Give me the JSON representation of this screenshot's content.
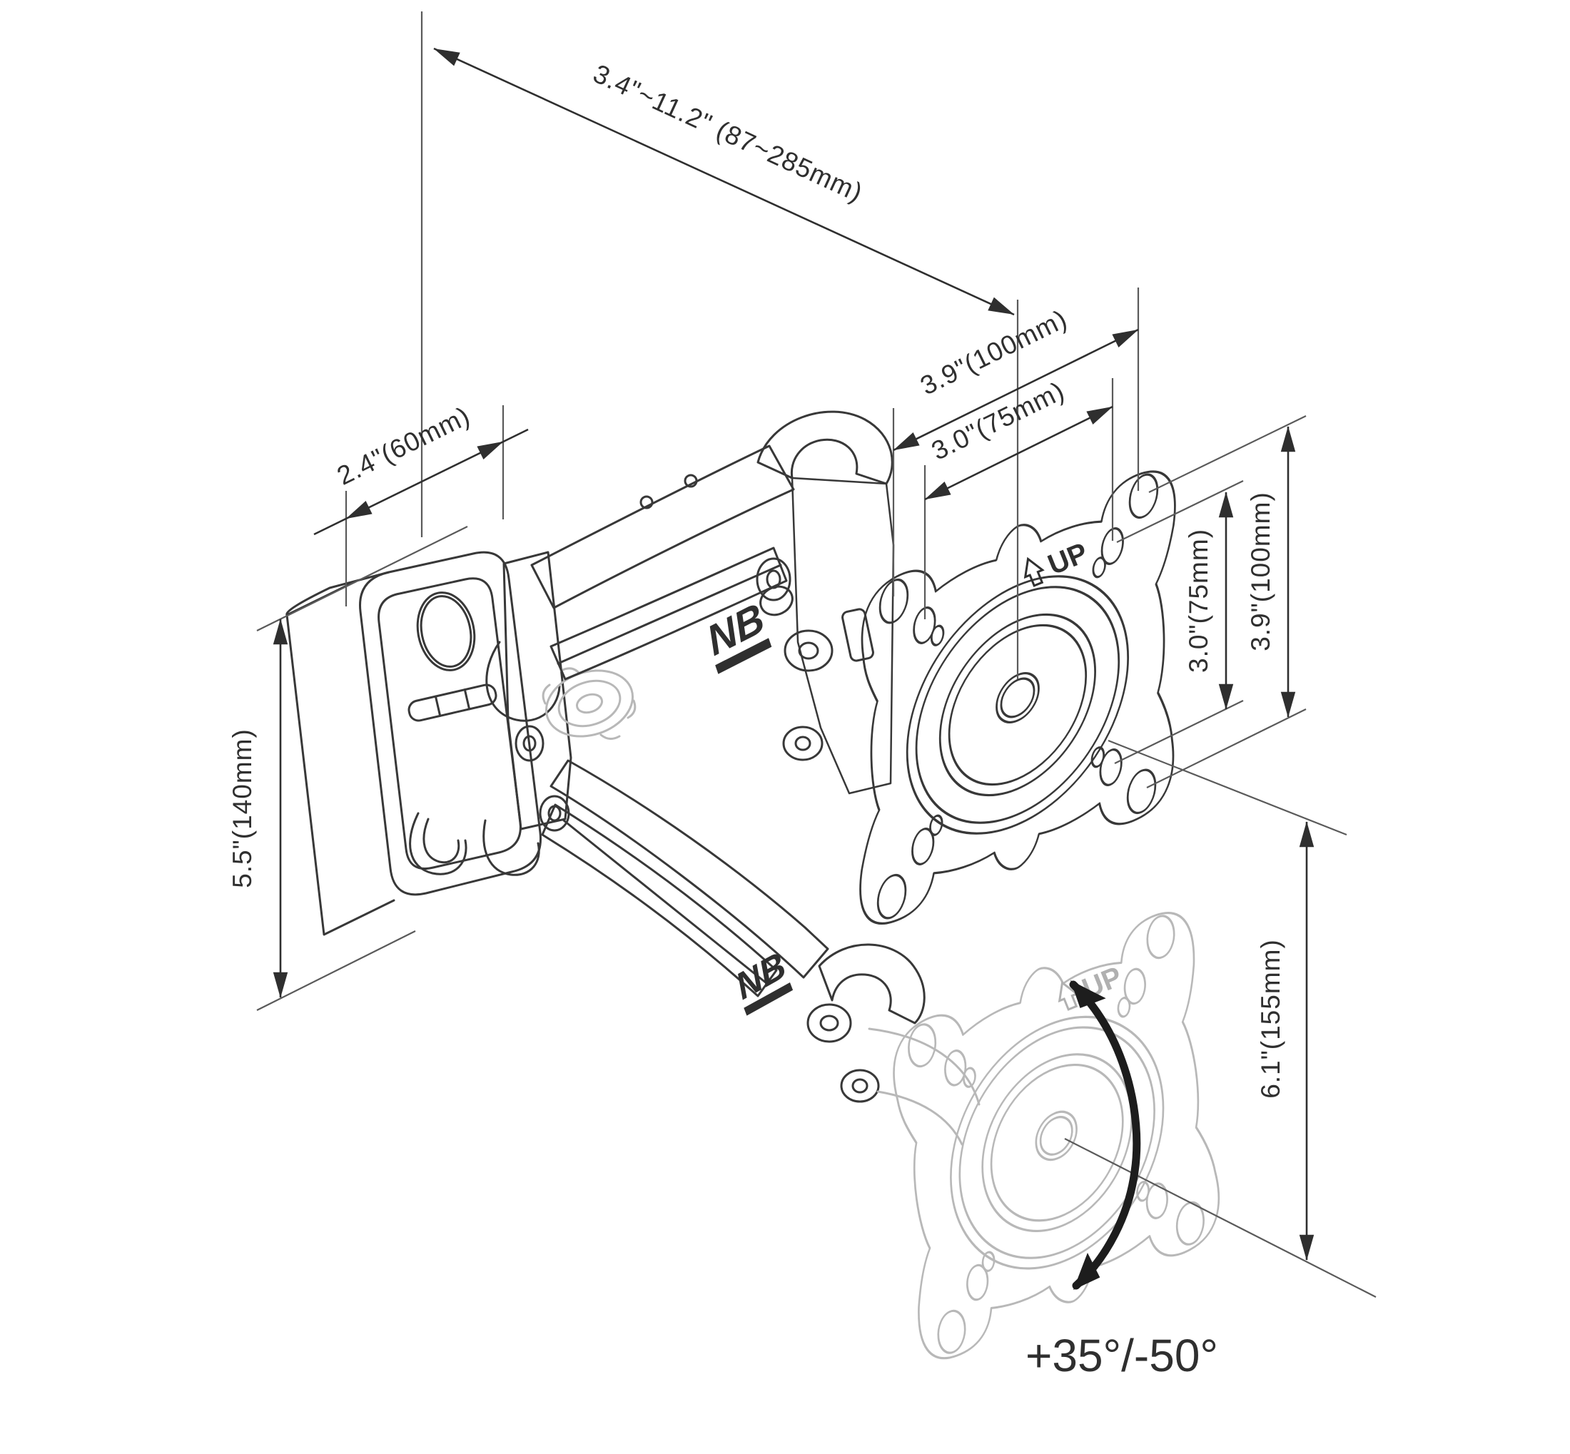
{
  "drawing": {
    "title": "monitor-wall-mount-dimension-diagram",
    "brand": "NB",
    "up_label": "UP",
    "tilt_range": "+35°/-50°",
    "dimensions": {
      "extension_range": "3.4\"~11.2\" (87~285mm)",
      "vesa_width_100": "3.9\"(100mm)",
      "vesa_width_75": "3.0\"(75mm)",
      "wall_plate_depth": "2.4\"(60mm)",
      "wall_plate_height": "5.5\"(140mm)",
      "vesa_height_75": "3.0\"(75mm)",
      "vesa_height_100": "3.9\"(100mm)",
      "lower_center_offset": "6.1\"(155mm)"
    },
    "colors": {
      "line": "#383838",
      "ghost": "#b8b8b8",
      "dimension": "#2f2f2f",
      "extension": "#5a5a5a",
      "background": "#ffffff"
    }
  }
}
